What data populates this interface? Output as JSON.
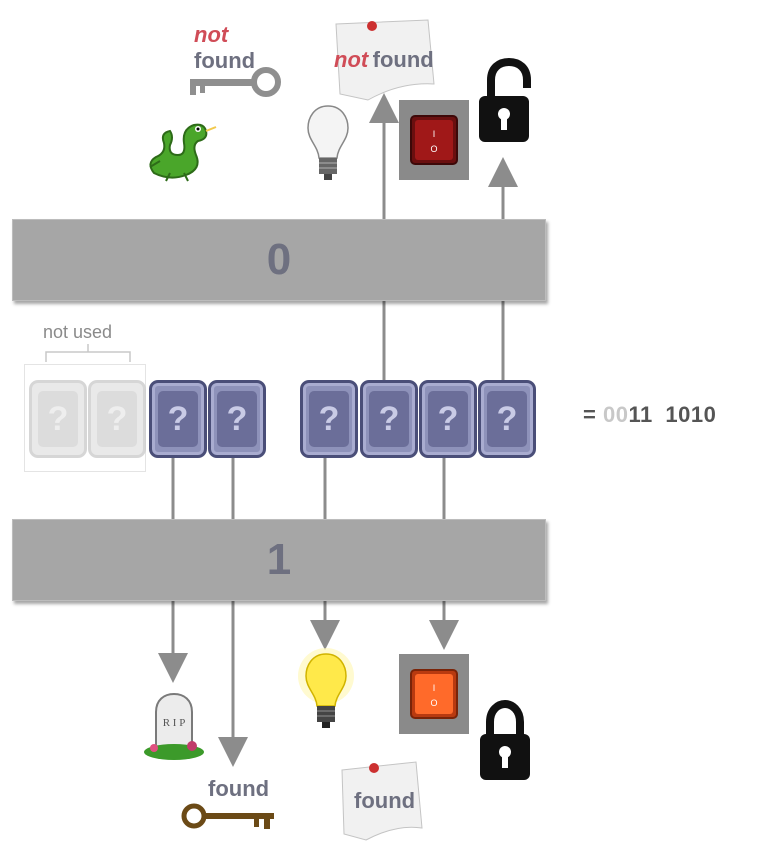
{
  "bars": {
    "zero_label": "0",
    "one_label": "1"
  },
  "labels": {
    "not_used": "not used",
    "top_key_not": "not",
    "top_key_found": "found",
    "top_note_not": "not",
    "top_note_found": "found",
    "bottom_key_found": "found",
    "bottom_note_found": "found"
  },
  "binary": {
    "equals": "=",
    "dim_digits": "00",
    "bits_1": "11",
    "bits_2": "1010"
  },
  "cards": {
    "glyph": "?",
    "states": [
      "unused",
      "unused",
      "one",
      "one",
      "zero",
      "zero",
      "one",
      "zero"
    ]
  },
  "colors": {
    "bar_fill": "#a6a6a6",
    "bar_text": "#6e7080",
    "card_active": "#6b6e99",
    "card_unused": "#d9d9d9",
    "arrow": "#8c8c8c",
    "not_text": "#d04c57"
  },
  "icons": {
    "top": [
      "key-icon",
      "dragon-icon",
      "light-bulb-off-icon",
      "paper-note-icon",
      "switch-off-icon",
      "lock-open-icon"
    ],
    "bottom": [
      "tombstone-icon",
      "key-icon",
      "light-bulb-on-icon",
      "paper-note-icon",
      "switch-on-icon",
      "lock-closed-icon"
    ]
  }
}
